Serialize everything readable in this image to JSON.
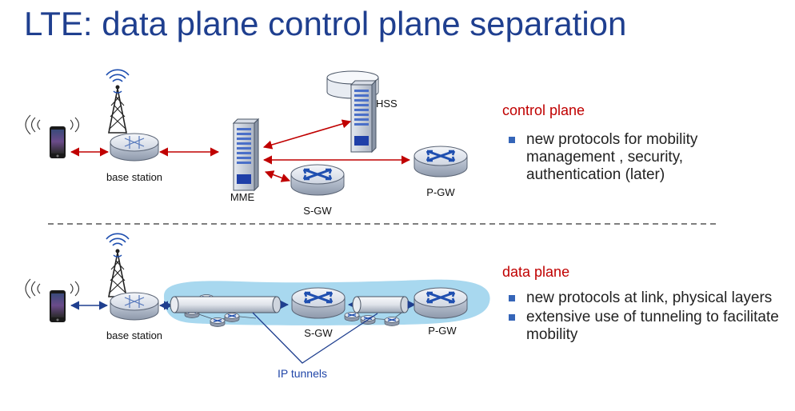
{
  "title": "LTE: data plane control plane separation",
  "control_plane": {
    "heading": "control plane",
    "bullets": [
      "new protocols for mobility management , security, authentication (later)"
    ]
  },
  "data_plane": {
    "heading": "data plane",
    "bullets": [
      "new protocols at link, physical layers",
      "extensive use of tunneling to facilitate mobility"
    ]
  },
  "diagram_labels": {
    "base_station_top": "base station",
    "mme": "MME",
    "hss": "HSS",
    "sgw_top": "S-GW",
    "pgw_top": "P-GW",
    "base_station_bottom": "base station",
    "sgw_bottom": "S-GW",
    "pgw_bottom": "P-GW",
    "ip_tunnels": "IP tunnels"
  },
  "icons": [
    "phone-icon",
    "antenna-tower-icon",
    "router-icon",
    "server-icon",
    "database-icon"
  ],
  "colors": {
    "title": "#1f3f8f",
    "heading": "#c00000",
    "control_link": "#c00000",
    "data_link": "#1f3f8f",
    "tunnel_region": "#a8d8ef",
    "bullet": "#3565b8"
  }
}
